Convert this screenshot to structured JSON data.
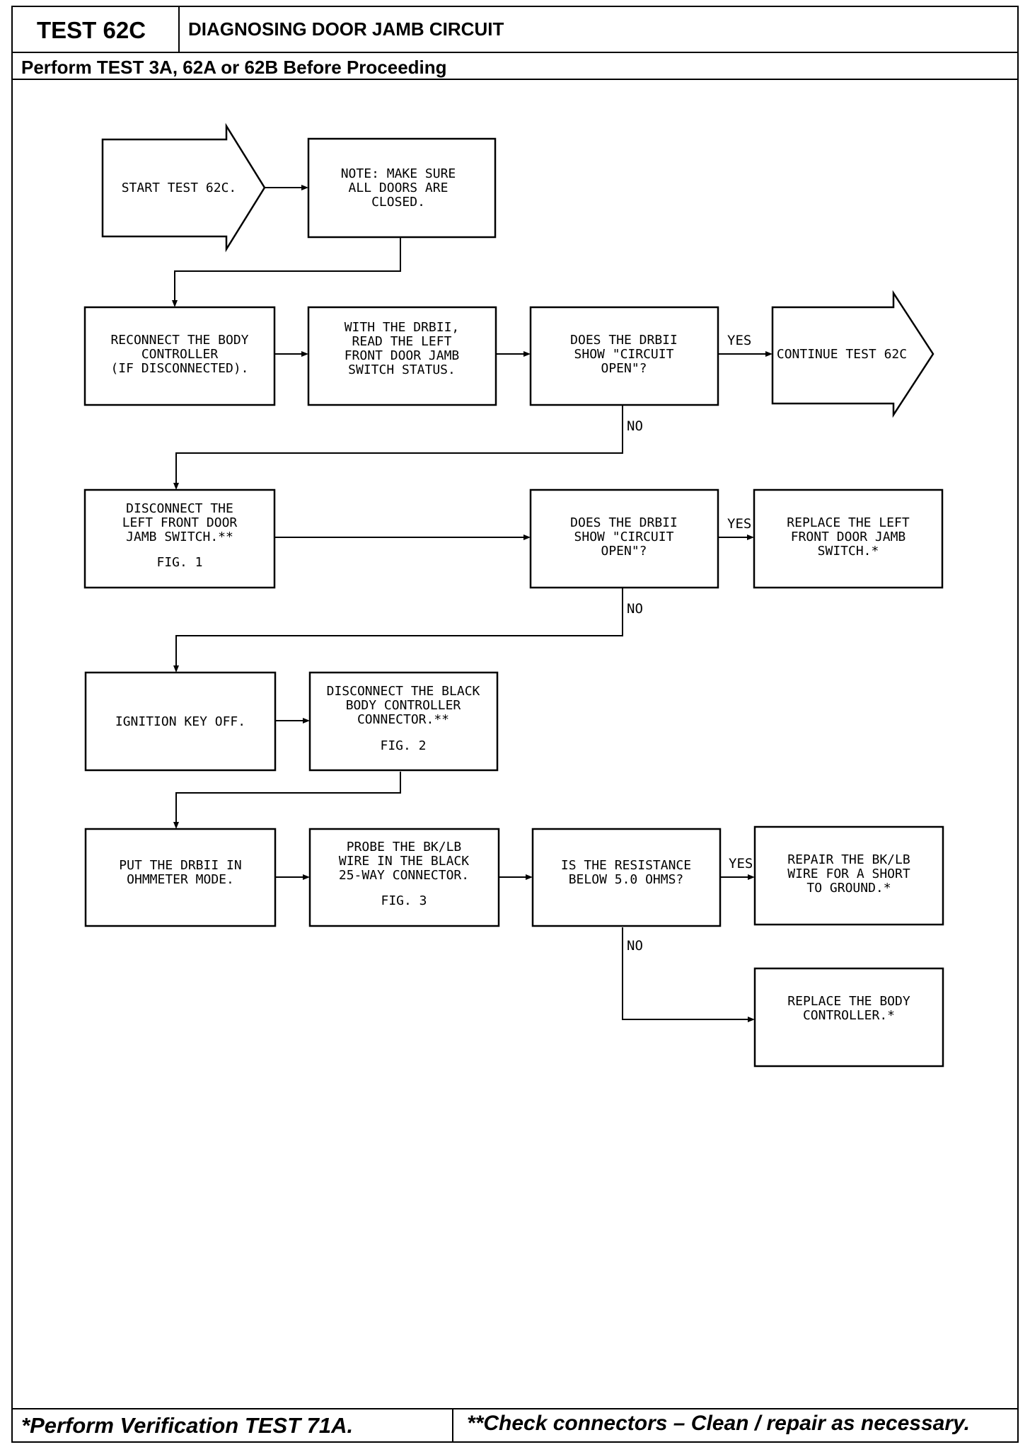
{
  "header": {
    "test_id": "TEST 62C",
    "title": "DIAGNOSING DOOR JAMB CIRCUIT",
    "prerequisite": "Perform TEST 3A, 62A or 62B Before Proceeding"
  },
  "flowchart": {
    "start": [
      "START TEST 62C."
    ],
    "note": [
      "NOTE: MAKE SURE",
      "ALL DOORS ARE",
      "CLOSED."
    ],
    "reconnect": [
      "RECONNECT THE BODY",
      "CONTROLLER",
      "(IF DISCONNECTED)."
    ],
    "read_status": [
      "WITH THE DRBII,",
      "READ THE LEFT",
      "FRONT DOOR JAMB",
      "SWITCH STATUS."
    ],
    "decision1": [
      "DOES THE DRBII",
      "SHOW \"CIRCUIT",
      "OPEN\"?"
    ],
    "continue": [
      "CONTINUE TEST 62C"
    ],
    "disconnect_switch": [
      "DISCONNECT THE",
      "LEFT FRONT DOOR",
      "JAMB SWITCH.**"
    ],
    "disconnect_switch_fig": "FIG. 1",
    "decision2": [
      "DOES THE DRBII",
      "SHOW \"CIRCUIT",
      "OPEN\"?"
    ],
    "replace_switch": [
      "REPLACE THE LEFT",
      "FRONT DOOR JAMB",
      "SWITCH.*"
    ],
    "ignition_off": [
      "IGNITION KEY OFF."
    ],
    "disconnect_connector": [
      "DISCONNECT THE BLACK",
      "BODY CONTROLLER",
      "CONNECTOR.**"
    ],
    "disconnect_connector_fig": "FIG. 2",
    "ohmmeter": [
      "PUT THE DRBII IN",
      "OHMMETER MODE."
    ],
    "probe": [
      "PROBE THE BK/LB",
      "WIRE IN THE BLACK",
      "25-WAY CONNECTOR."
    ],
    "probe_fig": "FIG. 3",
    "decision3": [
      "IS THE RESISTANCE",
      "BELOW 5.0 OHMS?"
    ],
    "repair_wire": [
      "REPAIR THE BK/LB",
      "WIRE FOR A SHORT",
      "TO GROUND.*"
    ],
    "replace_controller": [
      "REPLACE THE BODY",
      "CONTROLLER.*"
    ],
    "yes_label": "YES",
    "no_label": "NO"
  },
  "footer": {
    "left": "*Perform Verification TEST 71A.",
    "right": "**Check connectors – Clean / repair as necessary."
  }
}
